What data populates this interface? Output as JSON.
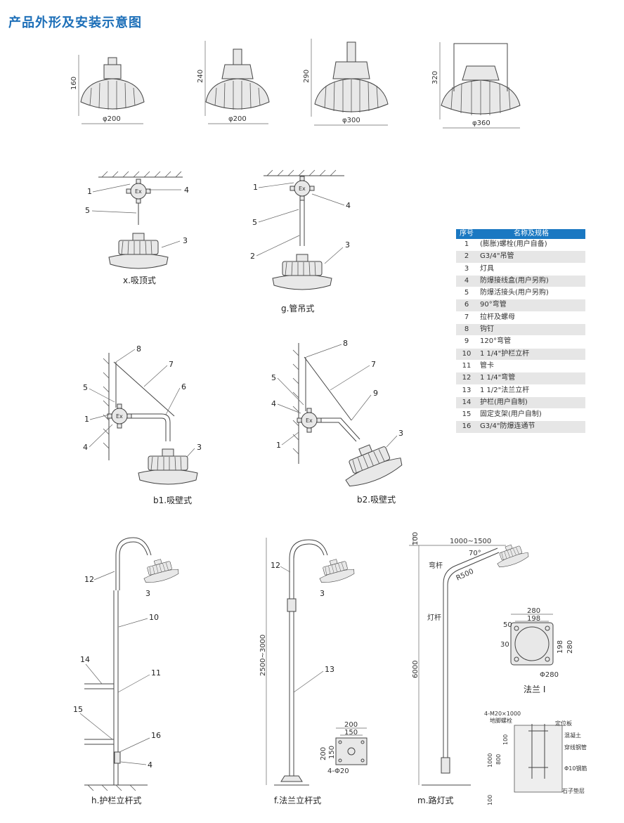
{
  "title": "产品外形及安装示意图",
  "dimensions": {
    "lamp1": {
      "height": "160",
      "width": "φ200"
    },
    "lamp2": {
      "height": "240",
      "width": "φ200"
    },
    "lamp3": {
      "height": "290",
      "width": "φ300"
    },
    "lamp4": {
      "height": "320",
      "width": "φ360"
    }
  },
  "captions": {
    "x": "x.吸顶式",
    "g": "g.管吊式",
    "b1": "b1.吸壁式",
    "b2": "b2.吸壁式",
    "h": "h.护栏立杆式",
    "f": "f.法兰立杆式",
    "m": "m.路灯式"
  },
  "callouts": {
    "n1": "1",
    "n2": "2",
    "n3": "3",
    "n4": "4",
    "n5": "5",
    "n6": "6",
    "n7": "7",
    "n8": "8",
    "n9": "9",
    "n10": "10",
    "n11": "11",
    "n12": "12",
    "n13": "13",
    "n14": "14",
    "n15": "15",
    "n16": "16"
  },
  "pole_dims": {
    "f_height": "2500~3000",
    "f_plate_w": "200",
    "f_plate_inner": "150",
    "f_plate_h": "200",
    "f_plate_h_inner": "150",
    "f_holes": "4-Φ20",
    "m_top": "100",
    "m_arm": "1000~1500",
    "m_angle": "70°",
    "m_radius": "R500",
    "m_bent": "弯杆",
    "m_pole": "灯杆",
    "m_height": "6000",
    "flange_280": "280",
    "flange_198": "198",
    "flange_50": "50",
    "flange_30": "30",
    "flange_hole": "Φ280",
    "flange_caption": "法兰 I",
    "found_bolts": "4-M20×1000",
    "found_bolt_label": "地脚螺栓",
    "found_plate": "定位板",
    "found_concrete": "混凝土",
    "found_pipe": "穿线钢管",
    "found_rebar": "Φ10钢筋",
    "found_gravel": "石子垫层",
    "found_100a": "100",
    "found_800": "800",
    "found_1000": "1000",
    "found_100b": "100"
  },
  "parts_table": {
    "header": {
      "no": "序号",
      "name": "名称及规格"
    },
    "rows": [
      {
        "no": "1",
        "name": "(膨胀)螺栓(用户自备)"
      },
      {
        "no": "2",
        "name": "G3/4\"吊管"
      },
      {
        "no": "3",
        "name": "灯具"
      },
      {
        "no": "4",
        "name": "防爆接线盒(用户另购)"
      },
      {
        "no": "5",
        "name": "防爆活接头(用户另购)"
      },
      {
        "no": "6",
        "name": "90°弯管"
      },
      {
        "no": "7",
        "name": "拉杆及螺母"
      },
      {
        "no": "8",
        "name": "钩钉"
      },
      {
        "no": "9",
        "name": "120°弯管"
      },
      {
        "no": "10",
        "name": "1 1/4\"护栏立杆"
      },
      {
        "no": "11",
        "name": "管卡"
      },
      {
        "no": "12",
        "name": "1 1/4\"弯管"
      },
      {
        "no": "13",
        "name": "1 1/2\"法兰立杆"
      },
      {
        "no": "14",
        "name": "护栏(用户自制)"
      },
      {
        "no": "15",
        "name": "固定支架(用户自制)"
      },
      {
        "no": "16",
        "name": "G3/4\"防爆连通节"
      }
    ]
  }
}
